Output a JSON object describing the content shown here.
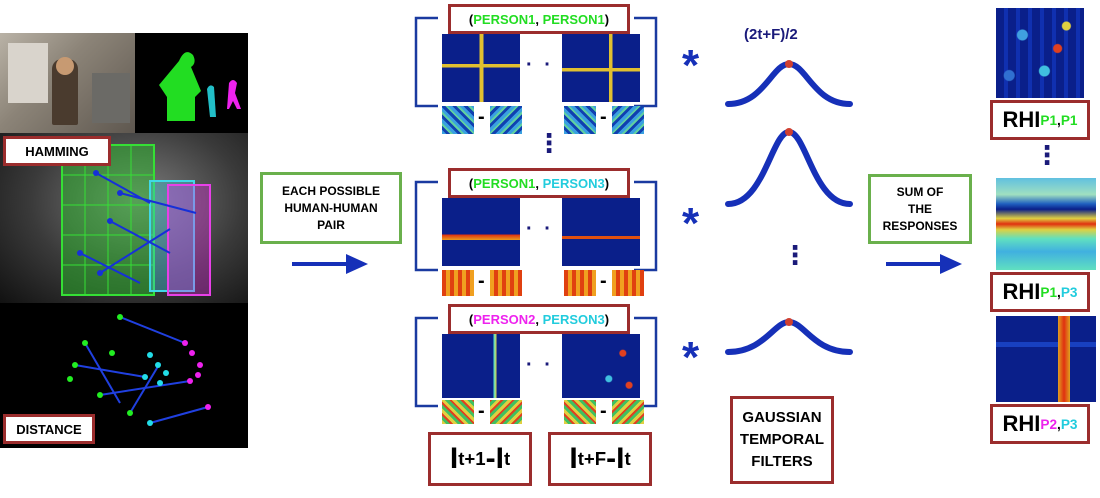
{
  "left": {
    "label_hamming": "HAMMING",
    "label_distance": "DISTANCE"
  },
  "arrow_box_1": {
    "line1": "EACH POSSIBLE",
    "line2": "HUMAN-HUMAN",
    "line3": "PAIR"
  },
  "pairs": [
    {
      "a": "PERSON1",
      "b": "PERSON1",
      "a_color": "#22dd22",
      "b_color": "#22dd22"
    },
    {
      "a": "PERSON1",
      "b": "PERSON3",
      "a_color": "#22dd22",
      "b_color": "#22ccdd"
    },
    {
      "a": "PERSON2",
      "b": "PERSON3",
      "a_color": "#ee22ee",
      "b_color": "#22ccdd"
    }
  ],
  "pair_separator": ", ",
  "pair_open": "(",
  "pair_close": ")",
  "ellipsis": "· · ·",
  "vdots": "⋮",
  "operator": "*",
  "minus": "-",
  "diff_labels": [
    {
      "main": "I",
      "sub1": "t+1",
      "mid": "-I",
      "sub2": "t"
    },
    {
      "main": "I",
      "sub1": "t+F",
      "mid": "-I",
      "sub2": "t"
    }
  ],
  "gaussian": {
    "formula": "(2t+F)/2",
    "caption_line1": "GAUSSIAN",
    "caption_line2": "TEMPORAL",
    "caption_line3": "FILTERS",
    "curve_color": "#1630b8",
    "peak_color": "#d04030"
  },
  "arrow_box_2": {
    "line1": "SUM OF",
    "line2": "THE",
    "line3": "RESPONSES"
  },
  "rhi": [
    {
      "main": "RHI",
      "s1": "P1",
      "s2": "P1",
      "c1": "#22dd22",
      "c2": "#22dd22"
    },
    {
      "main": "RHI",
      "s1": "P1",
      "s2": "P3",
      "c1": "#22dd22",
      "c2": "#22ccdd"
    },
    {
      "main": "RHI",
      "s1": "P2",
      "s2": "P3",
      "c1": "#ee22ee",
      "c2": "#22ccdd"
    }
  ],
  "rhi_comma": ",",
  "colors": {
    "arrow": "#1630b8",
    "red_border": "#9b2d2d",
    "green_border": "#6ab04c",
    "bracket": "#1a3aa0"
  }
}
